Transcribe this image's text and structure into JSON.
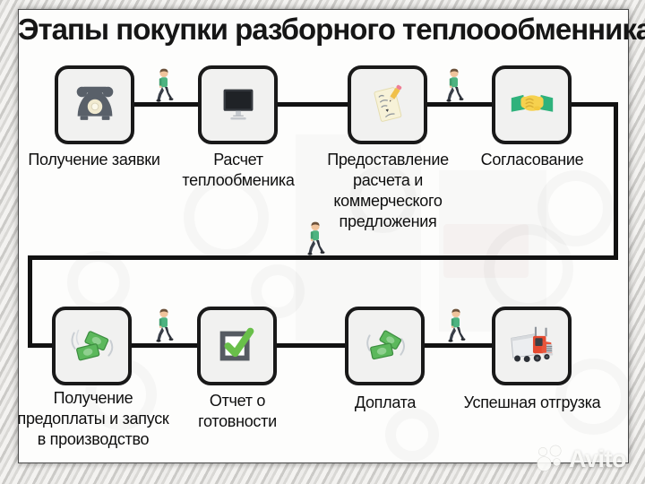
{
  "title": "Этапы покупки разборного теплоообменника",
  "steps": [
    {
      "icon": "phone-icon",
      "label": "Получение заявки"
    },
    {
      "icon": "monitor-icon",
      "label": "Расчет\nтеплообменика"
    },
    {
      "icon": "document-pencil-icon",
      "label": "Предоставление\nрасчета и\nкоммерческого\nпредложения"
    },
    {
      "icon": "handshake-icon",
      "label": "Согласование"
    },
    {
      "icon": "money-icon",
      "label": "Получение\nпредоплаты и запуск\nв производство"
    },
    {
      "icon": "checkbox-icon",
      "label": "Отчет о\nготовности"
    },
    {
      "icon": "money-icon",
      "label": "Доплата"
    },
    {
      "icon": "truck-icon",
      "label": "Успешная отгрузка"
    }
  ],
  "watermark": {
    "label": "Avito"
  },
  "colors": {
    "box_border": "#191919",
    "box_fill": "#f1f1f0",
    "connector": "#121212",
    "person_shirt": "#4db380",
    "money_green": "#5cb85c",
    "check_green": "#69bf4a",
    "truck_red": "#e54a30",
    "handshake_yellow": "#f6d14e",
    "handshake_sleeve": "#2fb27c",
    "phone_gray": "#596069"
  }
}
